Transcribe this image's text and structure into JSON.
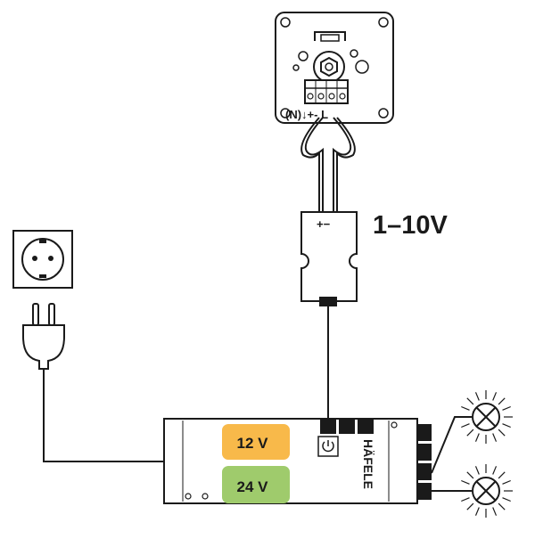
{
  "dimmer": {
    "terminal_label": "(N)↓+- L"
  },
  "interface": {
    "polarity_label": "+−",
    "signal_label": "1–10V"
  },
  "driver": {
    "brand_label": "HÄFELE",
    "voltage_12": "12 V",
    "voltage_24": "24 V",
    "colors": {
      "v12_fill": "#f8b94a",
      "v24_fill": "#9fcb6c",
      "outline": "#1a1a1a"
    }
  },
  "icons": {
    "power": "power-icon",
    "lamp": "lamp-icon",
    "socket": "socket-icon",
    "plug": "plug-icon"
  }
}
